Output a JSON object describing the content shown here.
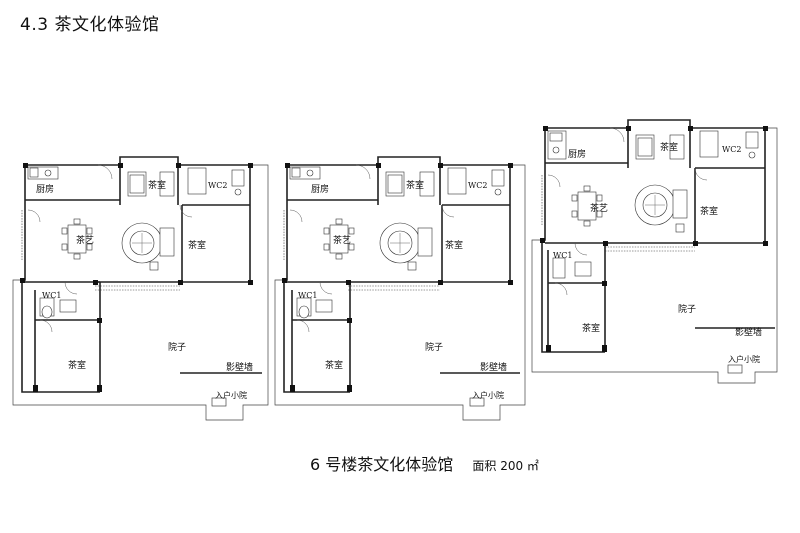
{
  "section_title": "4.3 茶文化体验馆",
  "caption": {
    "title": "6 号楼茶文化体验馆",
    "area": "面积 200 ㎡"
  },
  "units": [
    {
      "rooms": {
        "kitchen": "厨房",
        "tea_room_top": "茶室",
        "wc2": "WC2",
        "tea_art": "茶艺",
        "tea_room_right": "茶室",
        "wc1": "WC1",
        "tea_room_bottom": "茶室",
        "courtyard": "院子",
        "screen_wall": "影壁墙",
        "entry_yard": "入户小院"
      }
    },
    {
      "rooms": {
        "kitchen": "厨房",
        "tea_room_top": "茶室",
        "wc2": "WC2",
        "tea_art": "茶艺",
        "tea_room_right": "茶室",
        "wc1": "WC1",
        "tea_room_bottom": "茶室",
        "courtyard": "院子",
        "screen_wall": "影壁墙",
        "entry_yard": "入户小院"
      }
    },
    {
      "rooms": {
        "kitchen": "厨房",
        "tea_room_top": "茶室",
        "wc2": "WC2",
        "tea_art": "茶艺",
        "tea_room_right": "茶室",
        "wc1": "WC1",
        "tea_room_bottom": "茶室",
        "courtyard": "院子",
        "screen_wall": "影壁墙",
        "entry_yard": "入户小院"
      }
    }
  ]
}
